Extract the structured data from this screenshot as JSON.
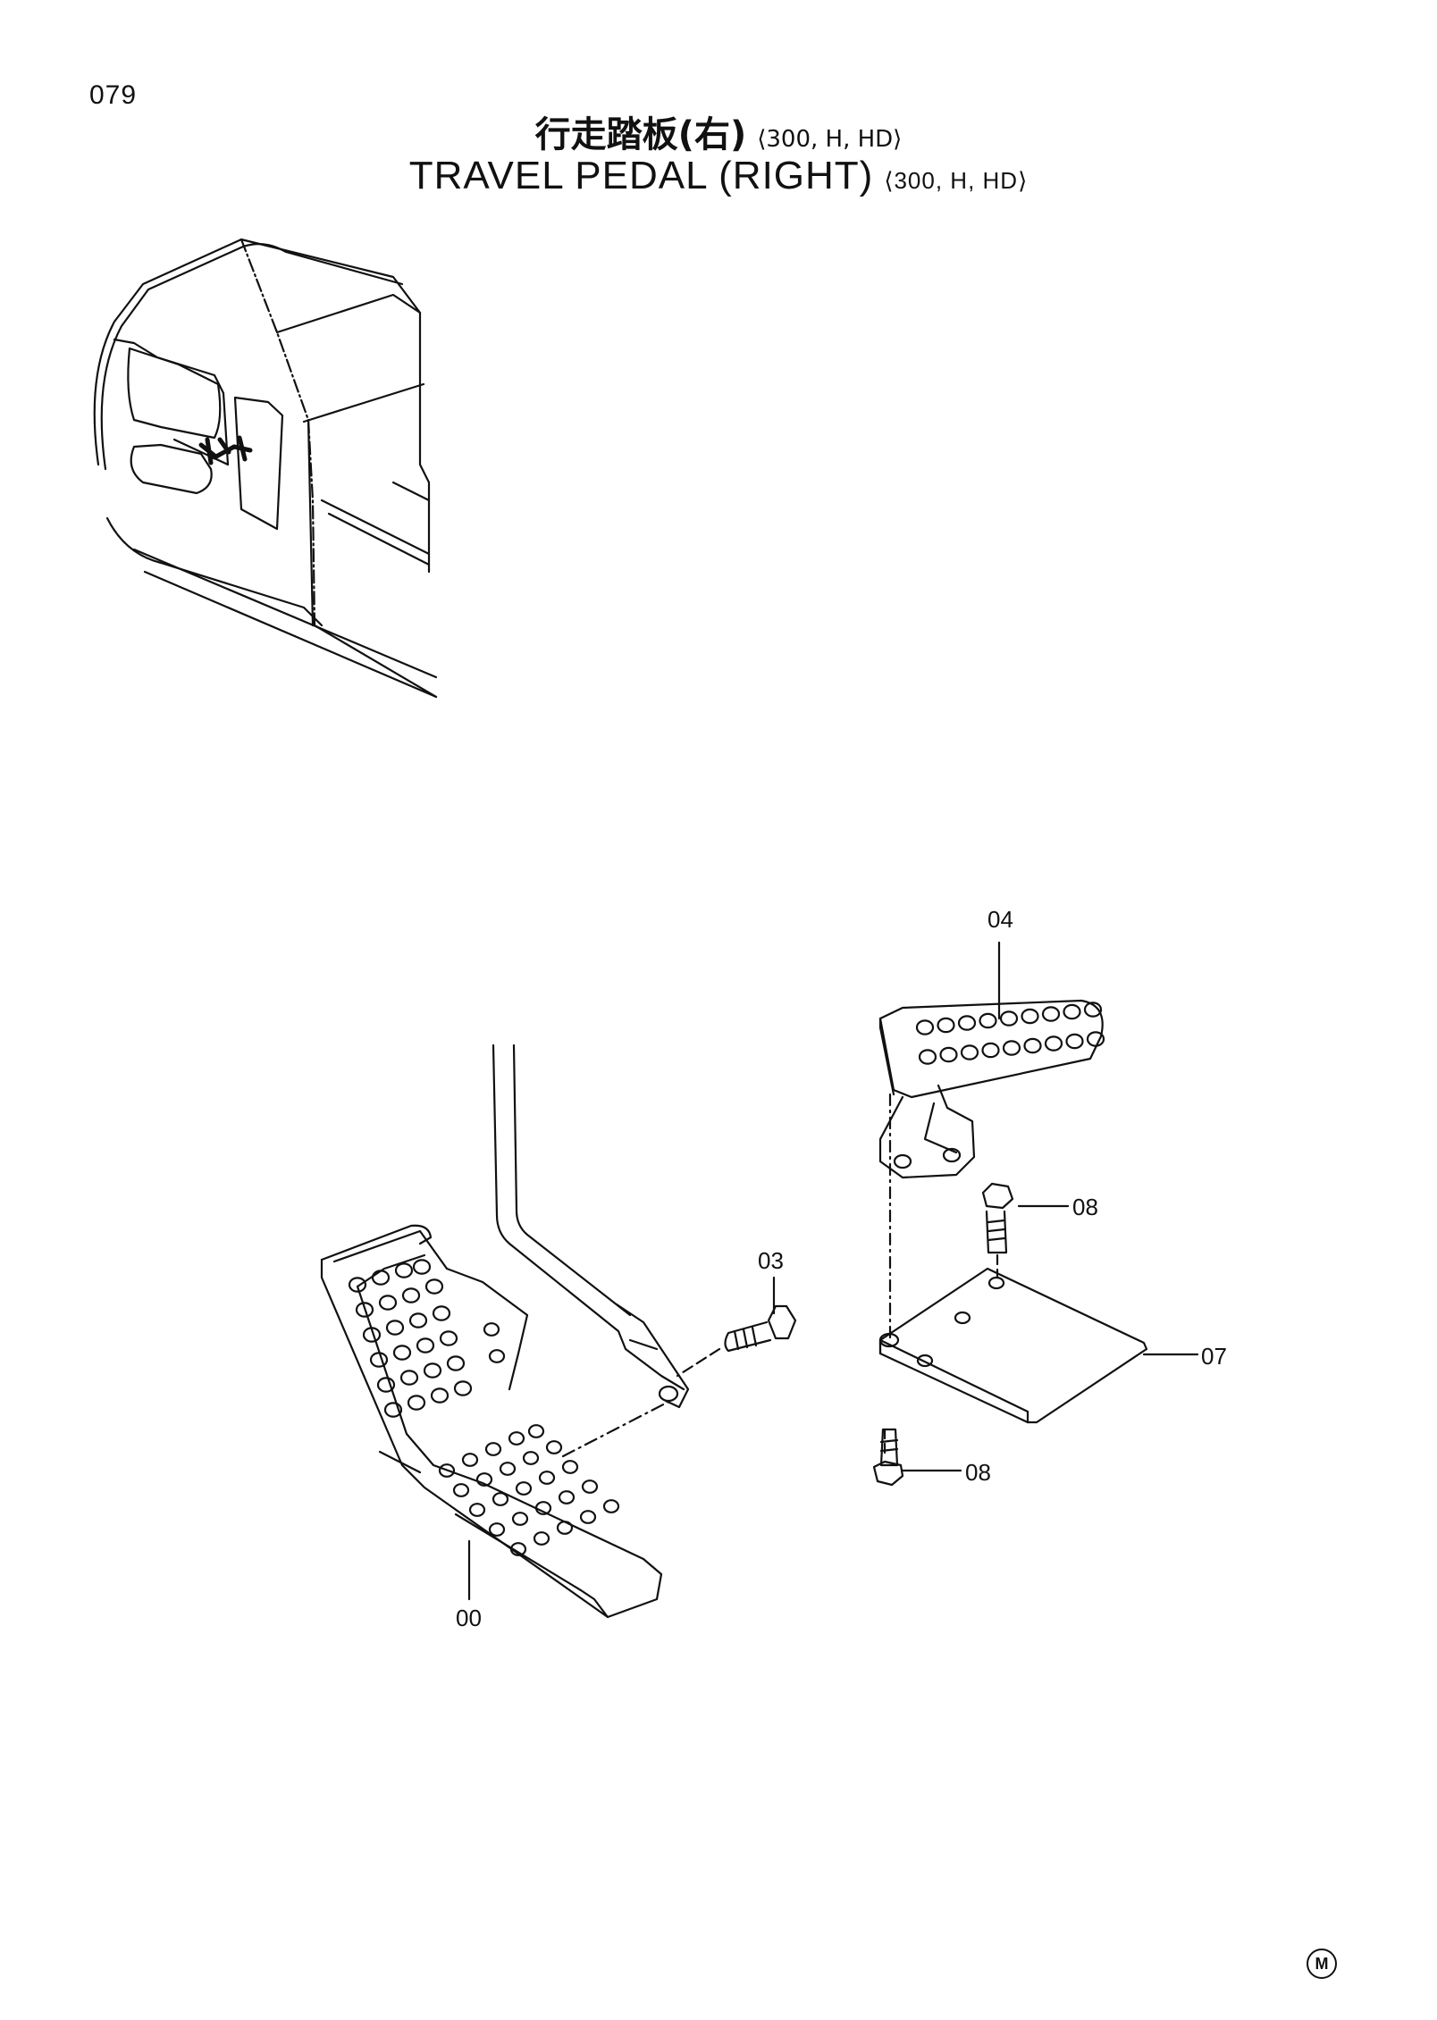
{
  "page_number": "079",
  "title_jp": "行走踏板(右)",
  "title_en": "TRAVEL PEDAL (RIGHT)",
  "variant": "⟨300, H, HD⟩",
  "callouts": [
    "00",
    "03",
    "04",
    "07",
    "08",
    "08"
  ],
  "corner_mark": "M"
}
